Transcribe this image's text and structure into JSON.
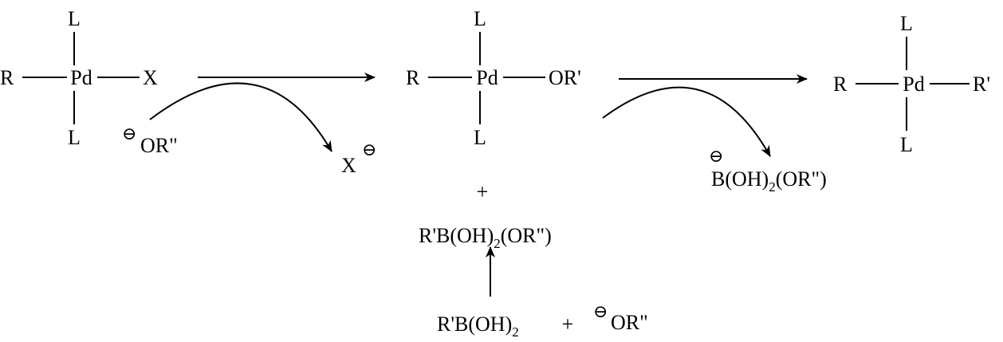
{
  "reactant_complex": {
    "metal": "Pd",
    "ligand_top": "L",
    "ligand_bottom": "L",
    "left_group": "R",
    "right_group": "X"
  },
  "intermediate_complex": {
    "metal": "Pd",
    "ligand_top": "L",
    "ligand_bottom": "L",
    "left_group": "R",
    "right_group": "OR'"
  },
  "product_complex": {
    "metal": "Pd",
    "ligand_top": "L",
    "ligand_bottom": "L",
    "left_group": "R",
    "right_group": "R'"
  },
  "step1": {
    "incoming": "OR\"",
    "leaving": "X"
  },
  "step2": {
    "leaving_prefix": "B(OH)",
    "leaving_subscript": "2",
    "leaving_suffix": "(OR\")"
  },
  "boronate": {
    "prefix": "R'B(OH)",
    "subscript": "2",
    "suffix": "(OR\")",
    "plus": "+"
  },
  "activation": {
    "boronic_prefix": "R'B(OH)",
    "boronic_subscript": "2",
    "plus": "+",
    "base": "OR\""
  },
  "symbols": {
    "negative_charge": "⊖"
  }
}
